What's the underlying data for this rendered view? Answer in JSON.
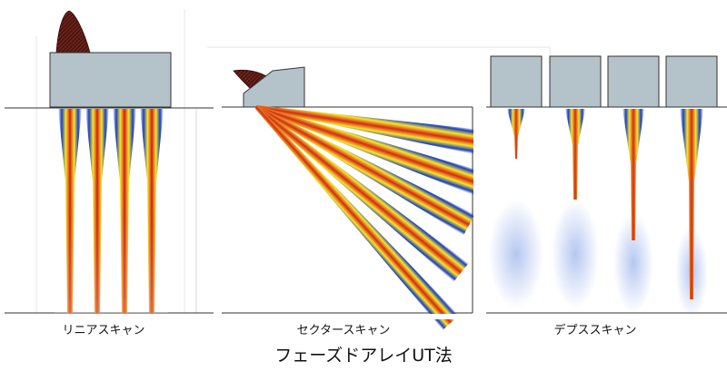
{
  "panels": [
    {
      "label": "リニアスキャン"
    },
    {
      "label": "セクタースキャン"
    },
    {
      "label": "デプススキャン"
    }
  ],
  "title": "フェーズドアレイUT法",
  "colors": {
    "probe_fill": "#b4c3c9",
    "probe_stroke": "#333333",
    "beam_outer": "#1a3fbf",
    "beam_mid": "#f7e52a",
    "beam_core": "#d42a18",
    "pulse": "#6a1a14"
  },
  "icons": [
    "linear-probe-icon",
    "wedge-probe-icon",
    "depth-probe-icon"
  ]
}
